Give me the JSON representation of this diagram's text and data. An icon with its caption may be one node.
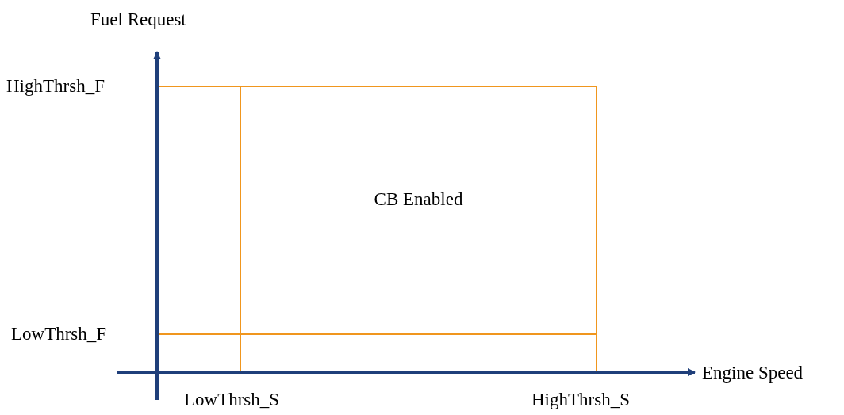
{
  "diagram": {
    "nodes": [
      {
        "text": [
          "CB Enabled"
        ]
      }
    ],
    "labels": [
      "Fuel Request",
      "HighThrsh_F",
      "LowThrsh_F",
      "Engine Speed",
      "LowThrsh_S",
      "HighThrsh_S"
    ]
  }
}
